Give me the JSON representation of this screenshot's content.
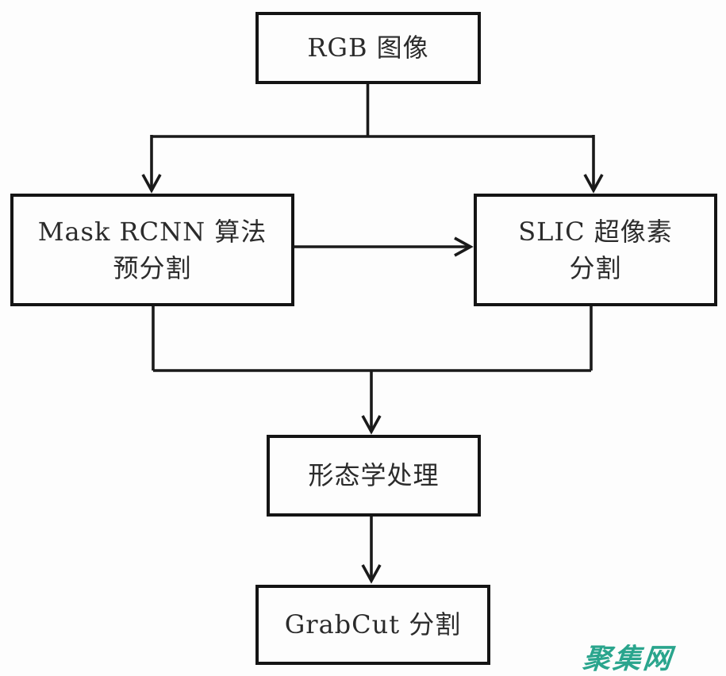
{
  "diagram": {
    "type": "flowchart",
    "title_hint": "Image segmentation pipeline",
    "nodes": {
      "rgb": {
        "label": "RGB 图像"
      },
      "mask": {
        "line1": "Mask RCNN 算法",
        "line2": "预分割"
      },
      "slic": {
        "line1": "SLIC 超像素",
        "line2": "分割"
      },
      "morph": {
        "label": "形态学处理"
      },
      "grabcut": {
        "label": "GrabCut 分割"
      }
    },
    "edges": [
      {
        "from": "rgb",
        "to": "mask",
        "style": "elbow-down-arrow"
      },
      {
        "from": "rgb",
        "to": "slic",
        "style": "elbow-down-arrow"
      },
      {
        "from": "mask",
        "to": "slic",
        "style": "straight-right-arrow"
      },
      {
        "from": "mask",
        "to": "morph",
        "style": "merge-down"
      },
      {
        "from": "slic",
        "to": "morph",
        "style": "merge-down-arrow"
      },
      {
        "from": "morph",
        "to": "grabcut",
        "style": "straight-down-arrow"
      }
    ],
    "colors": {
      "line": "#1a1a1a",
      "box_border": "#141414",
      "background": "#fdfdfd",
      "text": "#2b2b2b",
      "watermark": "#2aa58d"
    }
  },
  "watermark": {
    "text": "聚集网"
  }
}
